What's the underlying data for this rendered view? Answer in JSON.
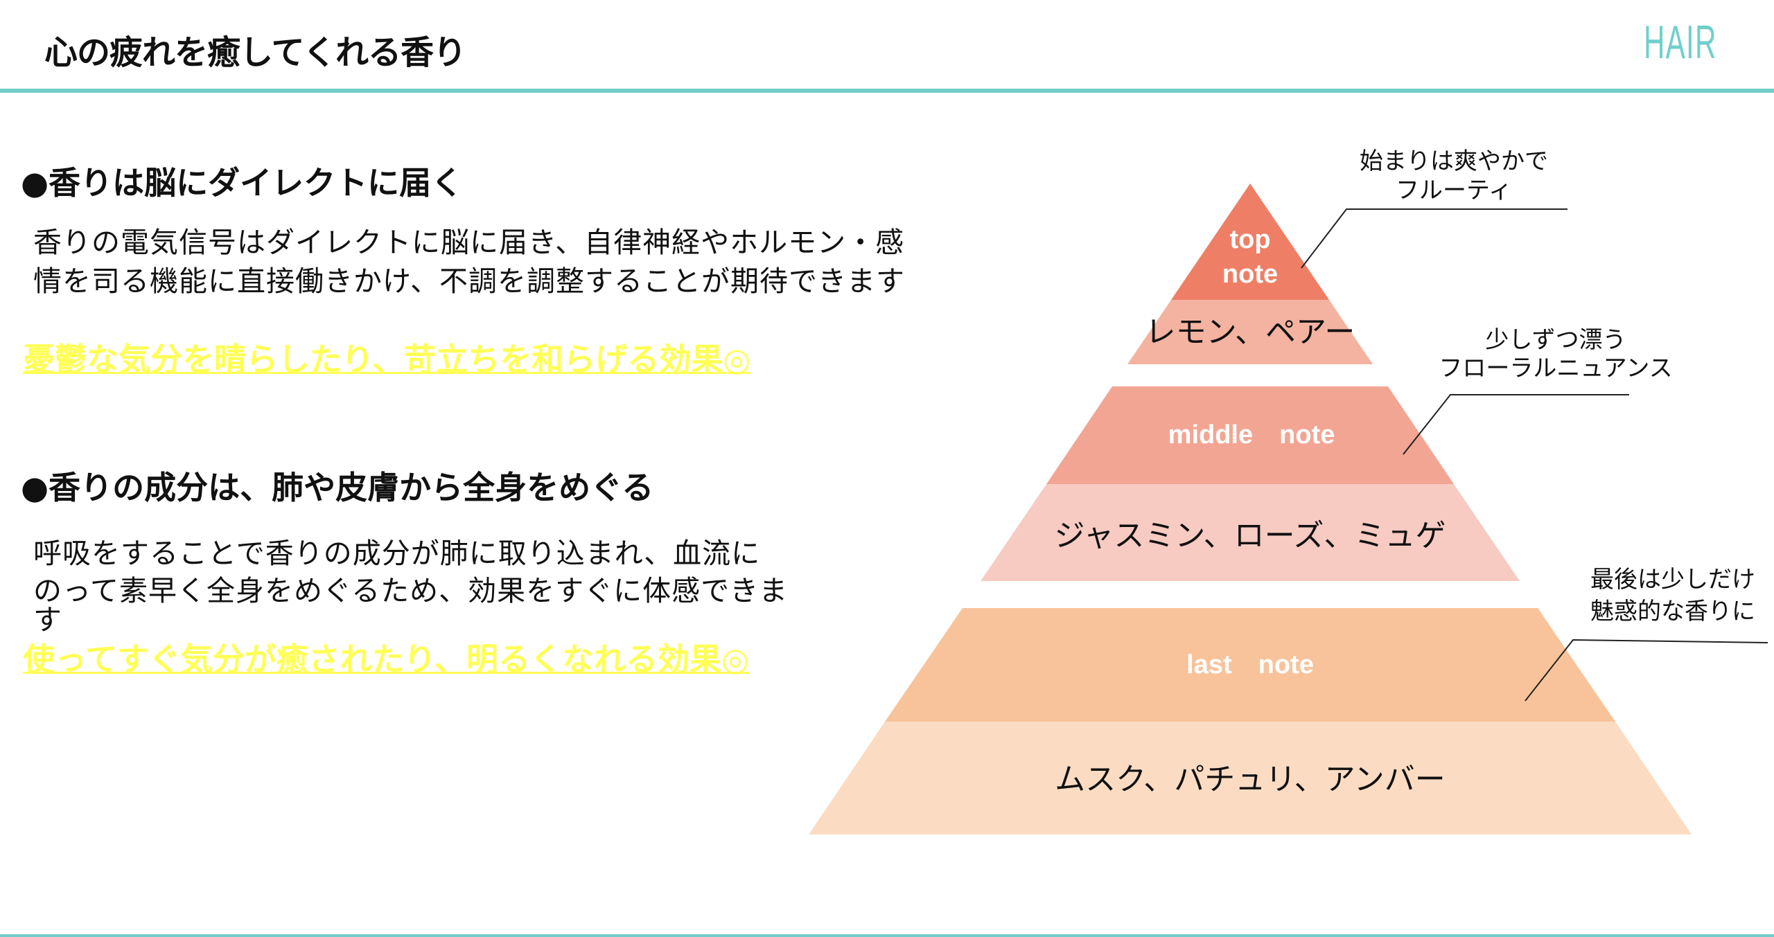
{
  "header": {
    "title": "心の疲れを癒してくれる香り",
    "brand": "HAIR",
    "accent": "#72cdca"
  },
  "sections": [
    {
      "heading": "●香りは脳にダイレクトに届く",
      "lines": [
        "香りの電気信号はダイレクトに脳に届き、自律神経やホルモン・感",
        "情を司る機能に直接働きかけ、不調を調整することが期待できます"
      ],
      "highlight": "憂鬱な気分を晴らしたり、苛立ちを和らげる効果◎"
    },
    {
      "heading": "●香りの成分は、肺や皮膚から全身をめぐる",
      "lines": [
        "呼吸をすることで香りの成分が肺に取り込まれ、血流に",
        "のって素早く全身をめぐるため、効果をすぐに体感できま",
        "す"
      ],
      "highlight": "使ってすぐ気分が癒されたり、明るくなれる効果◎"
    }
  ],
  "pyramid": {
    "top": {
      "label_1": "top",
      "label_2": "note",
      "items": "レモン、ペアー",
      "annotation": [
        "始まりは爽やかで",
        "フルーティ"
      ],
      "color": "#ee7f66",
      "items_color": "#f4b3a0"
    },
    "middle": {
      "label": "middle　note",
      "items": "ジャスミン、ローズ、ミュゲ",
      "annotation": [
        "少しずつ漂う",
        "フローラルニュアンス"
      ],
      "color": "#f2a593",
      "items_color": "#f7cbc2"
    },
    "last": {
      "label": "last　note",
      "items": "ムスク、パチュリ、アンバー",
      "annotation": [
        "最後は少しだけ",
        "魅惑的な香りに"
      ],
      "color": "#f8c39b",
      "items_color": "#fbdcc3"
    }
  }
}
